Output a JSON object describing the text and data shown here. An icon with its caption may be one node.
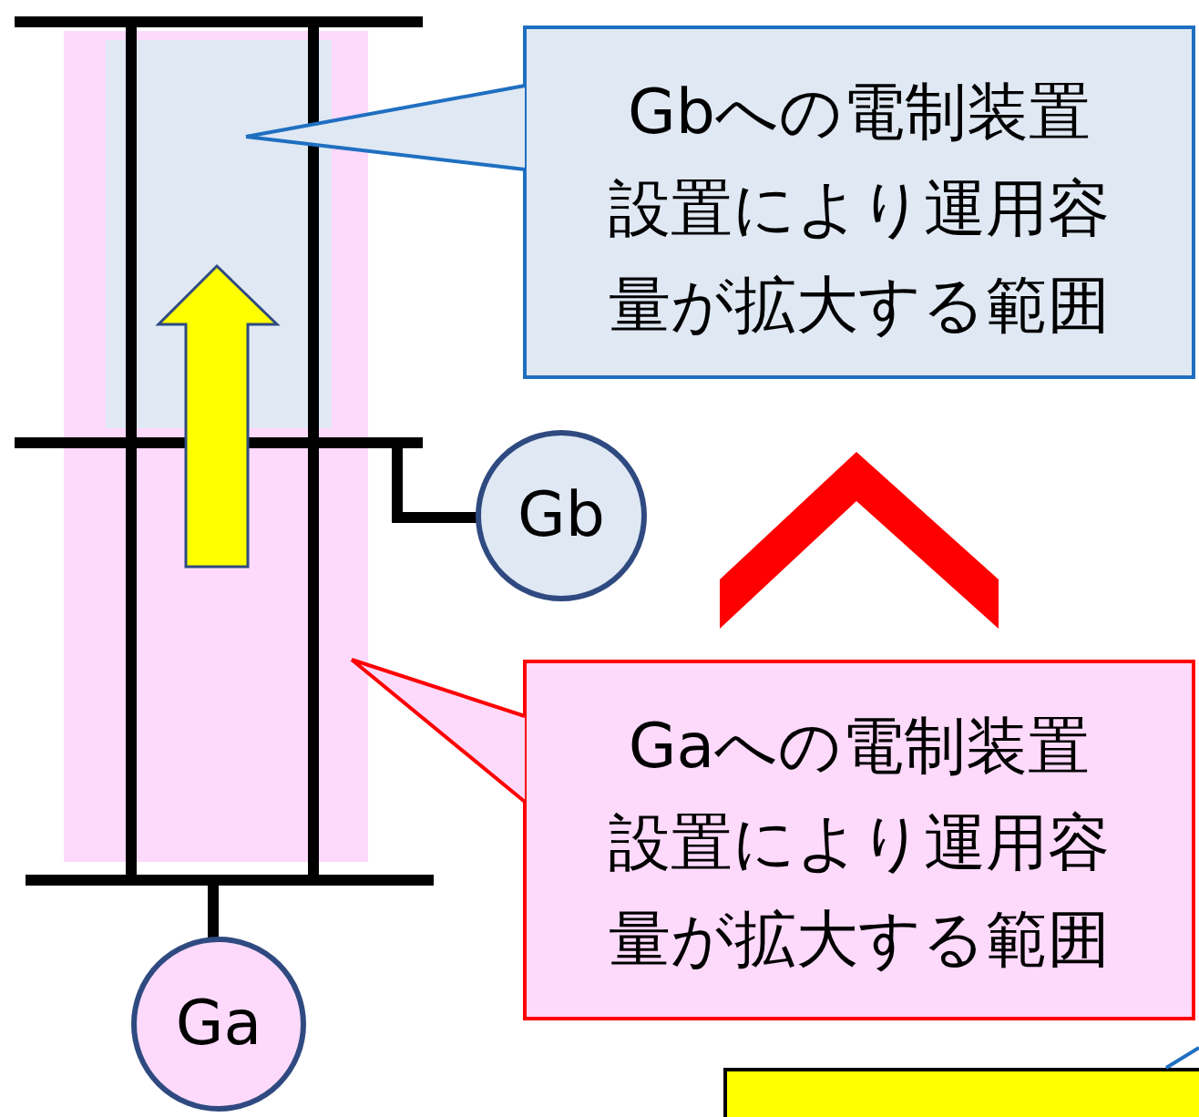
{
  "diagram": {
    "nodes": [
      {
        "text": [],
        "shape": "box"
      },
      {
        "text": [],
        "shape": "box",
        "in": 0
      },
      {
        "text": [
          "Gbへの電制装置設置により運用容量が拡大する範囲"
        ]
      },
      {
        "text": [
          "Gb"
        ]
      },
      {
        "text": [
          "Gaへの電制装置設置により運用容量が拡大する範囲"
        ]
      },
      {
        "text": [
          "Ga"
        ]
      },
      {
        "text": [],
        "shape": "box"
      },
      {
        "text": [],
        "shape": "chevron"
      }
    ],
    "edges": [
      {
        "from": 2,
        "to": 1,
        "arrow": "none",
        "color": "#1f6fc1"
      },
      {
        "from": 4,
        "to": 0,
        "arrow": "none",
        "color": "#ff0000"
      },
      {
        "from": 6,
        "to": null,
        "arrow": "none",
        "color": "#1f6fc1"
      }
    ]
  }
}
